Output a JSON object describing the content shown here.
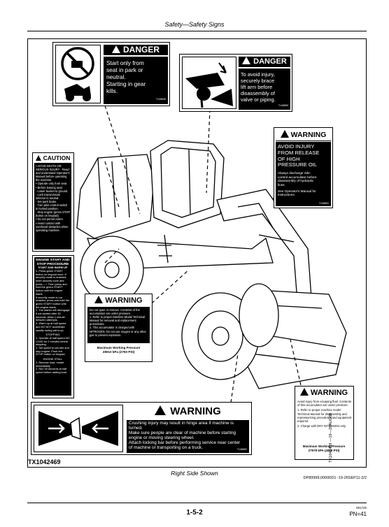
{
  "header": {
    "title": "Safety—Safety Signs"
  },
  "signs": {
    "danger1": {
      "title": "DANGER",
      "line1": "Start only from",
      "line2": "seat in park or",
      "line3": "neutral.",
      "line4": "Starting in gear",
      "line5": "kills.",
      "code": "T145849"
    },
    "danger2": {
      "title": "DANGER",
      "line1": "To avoid injury,",
      "line2": "securely brace",
      "line3": "lift arm before",
      "line4": "disassembly of",
      "line5": "valve or piping.",
      "code": "T145850"
    },
    "warning_pressure": {
      "title": "WARNING",
      "line1": "AVOID INJURY",
      "line2": "FROM RELEASE",
      "line3": "OF HIGH",
      "line4": "PRESSURE OIL",
      "body1": "Always discharge ride-",
      "body2": "control accumulator before",
      "body3": "disassembly of hydraulic",
      "body4": "lines.",
      "body5": "See Operator's Manual for",
      "body6": "instructions.",
      "code": "T145851"
    },
    "caution": {
      "title": "CAUTION",
      "items": [
        "• AVOID DEATH OR SERIOUS INJURY - Read and understand Operator's Manual before operating the machine.",
        "• Operate only from seat.",
        "• Before leaving seat:",
        "- Lower bucket to ground.",
        "- Lock transmission selector in neutral.",
        "- Set park brake.",
        "- Turn pilot control switch to locked position.",
        "- Stop engine (press STOP button on keypad).",
        "• Do not permit riders.",
        "• Avoid contact with overhead obstacles when operating machine."
      ]
    },
    "engine_start": {
      "title1": "ENGINE START AND",
      "title2": "STOP PROCEDURE",
      "subtitle": "START AND WARM UP",
      "items": [
        "1. Press green START button on keypad once. If security mode is enabled, enter security code and press ←/. Then press and hold the green START button until the engine starts.",
        "If security mode is not enabled, press and hold the green START button until the engine starts.",
        "2. The starter will disengage if not started after 30 seconds. Allow 1 minute between attempts.",
        "3. Warm up at half speed and DO NOT accelerate rapidly during warm-up."
      ],
      "stop_heading": "STOPPING",
      "stop_items": [
        "1. Operate at half speed NO LOAD for 2 minutes before stopping.",
        "2. Set speed to low idle and stop engine. Push red STOP button on keypad."
      ],
      "stall_heading": "ENGINE STALL",
      "stall_items": [
        "1. Remove load, restart immediately.",
        "2. Run 30 seconds at half speed before adding load."
      ]
    },
    "warning_mid": {
      "title": "WARNING",
      "lines": [
        "Do not open or remove. Contents of the accumulator are under pressure.",
        "1. Refer to proper Machine Model Technical Manual for removal and replacement procedures.",
        "2. This accumulator is charged with NITROGEN. Do not use oxygen or any other gas to prevent explosion."
      ],
      "mwp_label": "Maximum Working Pressure",
      "mwp_value": "28010 kPa (2750 PSI)"
    },
    "warning_crush": {
      "title": "WARNING",
      "line1": "Crushing injury may result in hinge area if machine is",
      "line2": "turned.",
      "line3": "Make sure people are clear of machine before starting",
      "line4": "engine or moving steering wheel.",
      "line5": "Attach locking bar before performing service near center",
      "line6": "of machine or transporting on a truck.",
      "code": "T145852"
    },
    "warning_accum": {
      "title": "WARNING",
      "line1": "Avoid injury from escaping fluid. Contents of this accumulator are under pressure.",
      "item1": "1. Refer to proper machine model Technical Manual for disassembly and repressurizing procedures and equipment required.",
      "item2": "2. Charge with DRY NITROGEN only.",
      "mwp_label": "Maximum Working Pressure",
      "mwp_value": "27579 kPA (4000 PSI)"
    }
  },
  "figure": {
    "id": "TX1042469",
    "side_code": "TX1042469 —19—29AUG08",
    "caption": "Right Side Shown",
    "doc_ref": "DP89999,00000D1 -19-26SEP11-2/2"
  },
  "footer": {
    "page_number": "1-5-2",
    "small_code": "081725",
    "pn": "PN=41"
  }
}
